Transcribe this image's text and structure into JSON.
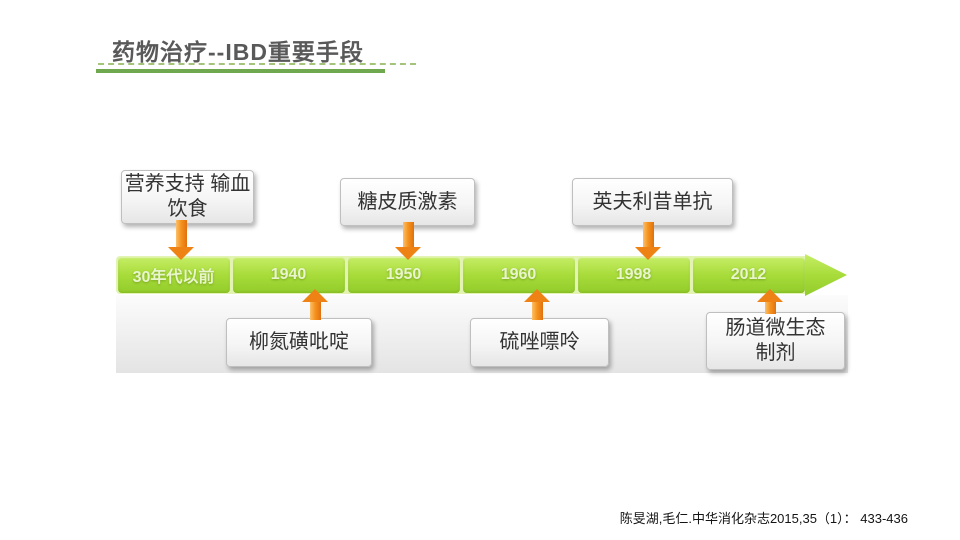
{
  "slide": {
    "title": "药物治疗--IBD重要手段",
    "citation": "陈旻湖,毛仁.中华消化杂志2015,35（1）： 433-436"
  },
  "timeline": {
    "segments": [
      "30年代以前",
      "1940",
      "1950",
      "1960",
      "1998",
      "2012"
    ]
  },
  "events": [
    {
      "label": "营养支持 输血\n饮食",
      "segment": "30年代以前",
      "side": "above"
    },
    {
      "label": "糖皮质激素",
      "segment": "1950",
      "side": "above"
    },
    {
      "label": "英夫利昔单抗",
      "segment": "1998",
      "side": "above"
    },
    {
      "label": "柳氮磺吡啶",
      "segment": "1940",
      "side": "below"
    },
    {
      "label": "硫唑嘌呤",
      "segment": "1960",
      "side": "below"
    },
    {
      "label": "肠道微生态\n制剂",
      "segment": "2012",
      "side": "below"
    }
  ],
  "colors": {
    "title_text": "#595959",
    "underline_solid": "#6fa84f",
    "underline_dashed": "#a4c47c",
    "timeline_green_top": "#c6ee66",
    "timeline_green_bottom": "#92cc2b",
    "timeline_label": "#e9f6cc",
    "connector_orange": "#ee8214",
    "event_box_border": "#bfbfbf",
    "event_box_text": "#333333",
    "citation_text": "#141414"
  }
}
